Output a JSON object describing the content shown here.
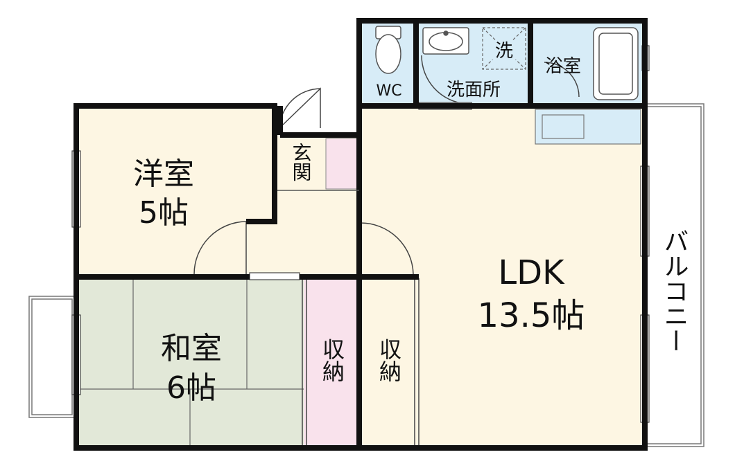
{
  "rooms": {
    "western": {
      "name": "洋室",
      "size": "5帖"
    },
    "japanese": {
      "name": "和室",
      "size": "6帖"
    },
    "ldk": {
      "name": "LDK",
      "size": "13.5帖"
    },
    "storage_left": {
      "name": "収納"
    },
    "storage_right": {
      "name": "収納"
    },
    "wc": {
      "name": "WC"
    },
    "washroom": {
      "name": "洗面所"
    },
    "laundry": {
      "name": "洗"
    },
    "bath": {
      "name": "浴室"
    },
    "entrance": {
      "name": "玄関"
    },
    "balcony": {
      "name": "バルコニー"
    }
  },
  "colors": {
    "western_floor": "#fdf6e3",
    "japanese_floor": "#e2e8d8",
    "ldk_floor": "#fdf6e3",
    "storage_floor": "#f9e2ec",
    "wet_area": "#d7ecf7",
    "wall": "#111111"
  }
}
